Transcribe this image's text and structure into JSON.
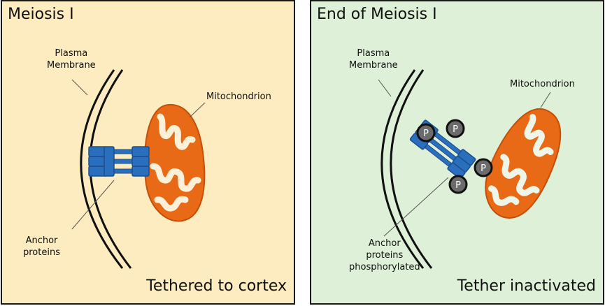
{
  "colors": {
    "left_background": "#fdecc0",
    "right_background": "#dff0d8",
    "protein": "#2a6fbe",
    "protein_outline": "#1d4f8a",
    "mitochondrion": "#e86a17",
    "phosphate": "#6b6b6b"
  },
  "left_panel": {
    "title": "Meiosis I",
    "caption": "Tethered to cortex",
    "membrane_label": [
      "Plasma",
      "Membrane"
    ],
    "mito_label": "Mitochondrion",
    "anchor_label": [
      "Anchor",
      "proteins"
    ]
  },
  "right_panel": {
    "title": "End of Meiosis I",
    "caption": "Tether inactivated",
    "membrane_label": [
      "Plasma",
      "Membrane"
    ],
    "mito_label": "Mitochondrion",
    "anchor_label": [
      "Anchor",
      "proteins",
      "phosphorylated"
    ],
    "phosphate_label": "P"
  }
}
